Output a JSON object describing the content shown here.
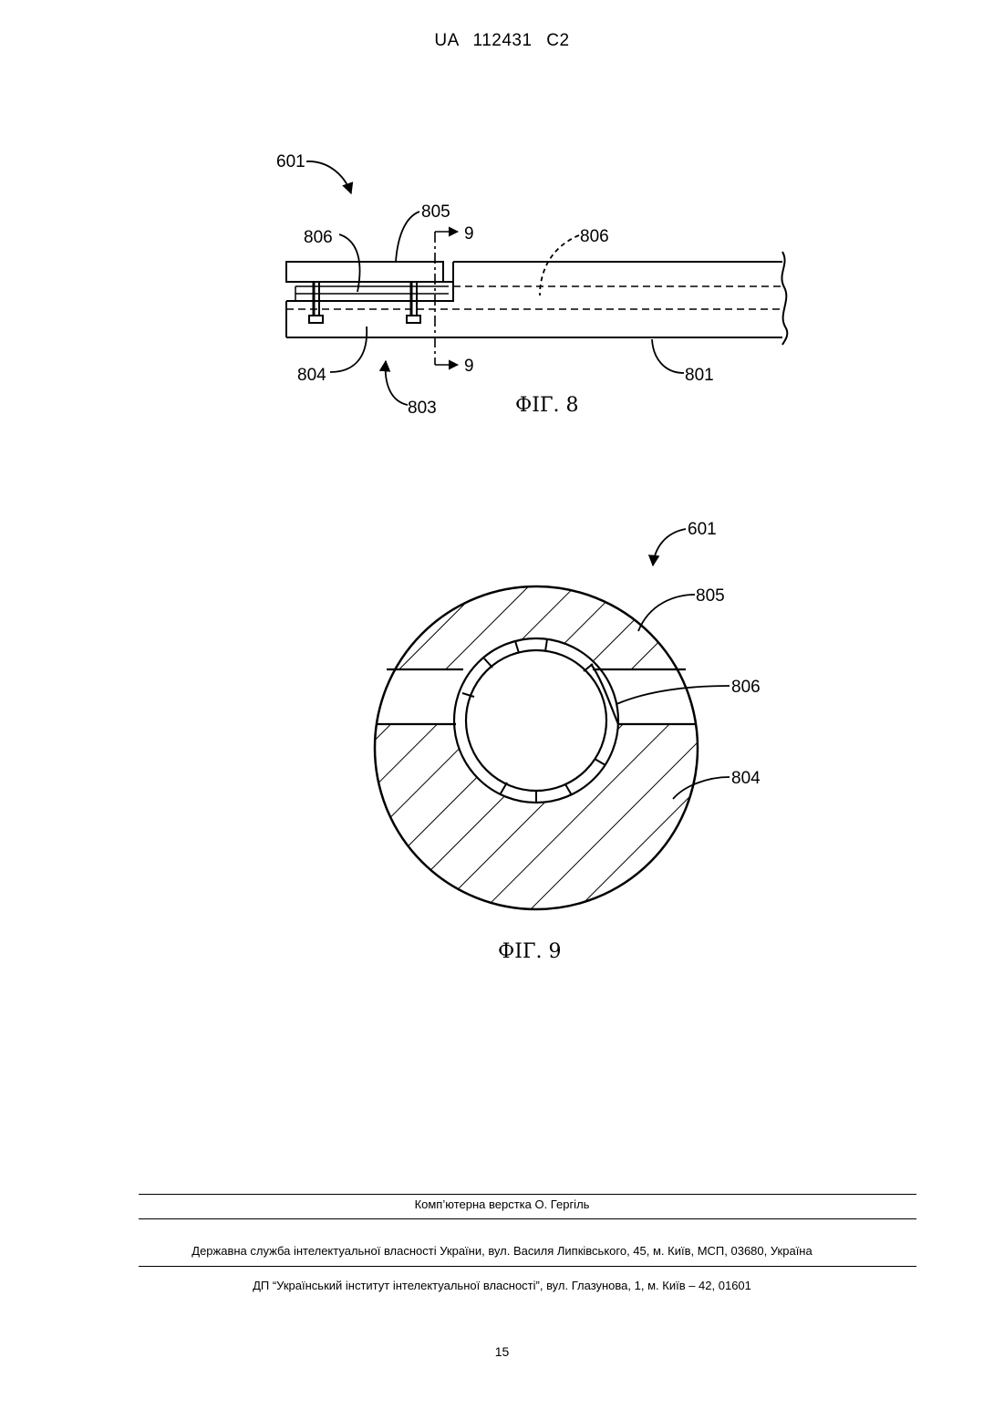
{
  "header": {
    "patent_number": "UA   112431   C2"
  },
  "figure8": {
    "caption": "ФІГ. 8",
    "labels": {
      "assembly": "601",
      "cap": "805",
      "channel_left": "806",
      "channel_right": "806",
      "section_top": "9",
      "section_bottom": "9",
      "body": "804",
      "end": "803",
      "tube": "801"
    }
  },
  "figure9": {
    "caption": "ФІГ. 9",
    "labels": {
      "assembly": "601",
      "cap": "805",
      "channel": "806",
      "body": "804"
    }
  },
  "footer": {
    "layout_credit": "Комп’ютерна верстка О. Гергіль",
    "agency": "Державна служба інтелектуальної власності України, вул. Василя Липківського, 45, м. Київ, МСП, 03680, Україна",
    "institute": "ДП “Український інститут інтелектуальної власності”, вул. Глазунова, 1, м. Київ – 42, 01601"
  },
  "page_number": "15"
}
